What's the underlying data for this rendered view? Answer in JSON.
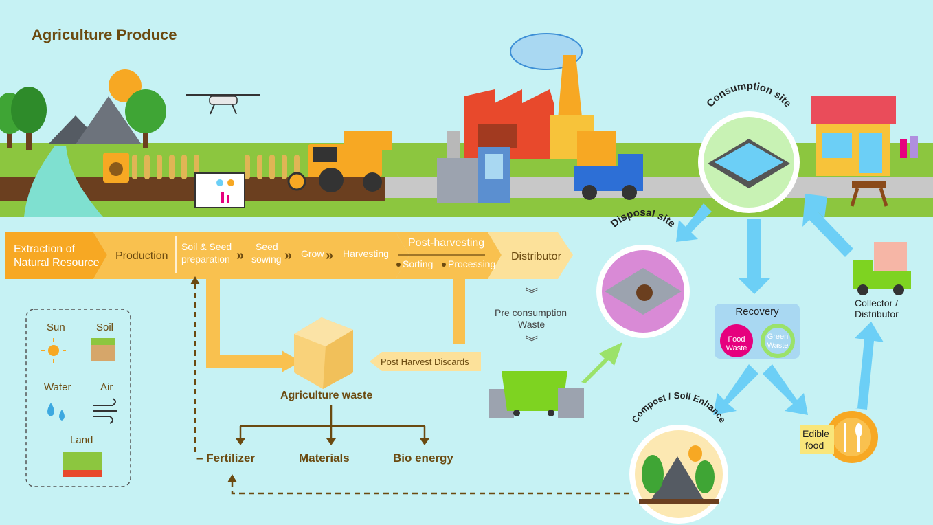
{
  "title": "Agriculture Produce",
  "colors": {
    "background": "#c6f2f4",
    "grass": "#8cc63f",
    "soil": "#6b3f1f",
    "road": "#c8c8c8",
    "flow_dark": "#f7a823",
    "flow_mid": "#f9c14f",
    "flow_light": "#fce19a",
    "blue_arrow": "#6ccff6",
    "green_arrow": "#9be26a",
    "brown_line": "#6b4a10"
  },
  "flow": {
    "extraction": [
      "Extraction of",
      "Natural Resource"
    ],
    "production": "Production",
    "soil_seed": [
      "Soil & Seed",
      "preparation"
    ],
    "seed_sowing": [
      "Seed",
      "sowing"
    ],
    "grow": "Grow",
    "harvesting": "Harvesting",
    "post_harvesting": "Post-harvesting",
    "sorting": "Sorting",
    "processing": "Processing",
    "distributor": "Distributor"
  },
  "waste": {
    "post_harvest_discards": "Post Harvest Discards",
    "agriculture_waste": "Agriculture waste",
    "fertilizer": "Fertilizer",
    "materials": "Materials",
    "bio_energy": "Bio energy",
    "pre_consumption": [
      "Pre consumption",
      "Waste"
    ]
  },
  "legend": {
    "sun": "Sun",
    "soil": "Soil",
    "water": "Water",
    "air": "Air",
    "land": "Land"
  },
  "sites": {
    "consumption": "Consumption site",
    "disposal": "Disposal site",
    "compost": "Compost / Soil Enhance"
  },
  "recovery": {
    "title": "Recovery",
    "food_waste": [
      "Food",
      "Waste"
    ],
    "green_waste": [
      "Green",
      "Waste"
    ]
  },
  "edible": [
    "Edible",
    "food"
  ],
  "collector": [
    "Collector /",
    "Distributor"
  ]
}
